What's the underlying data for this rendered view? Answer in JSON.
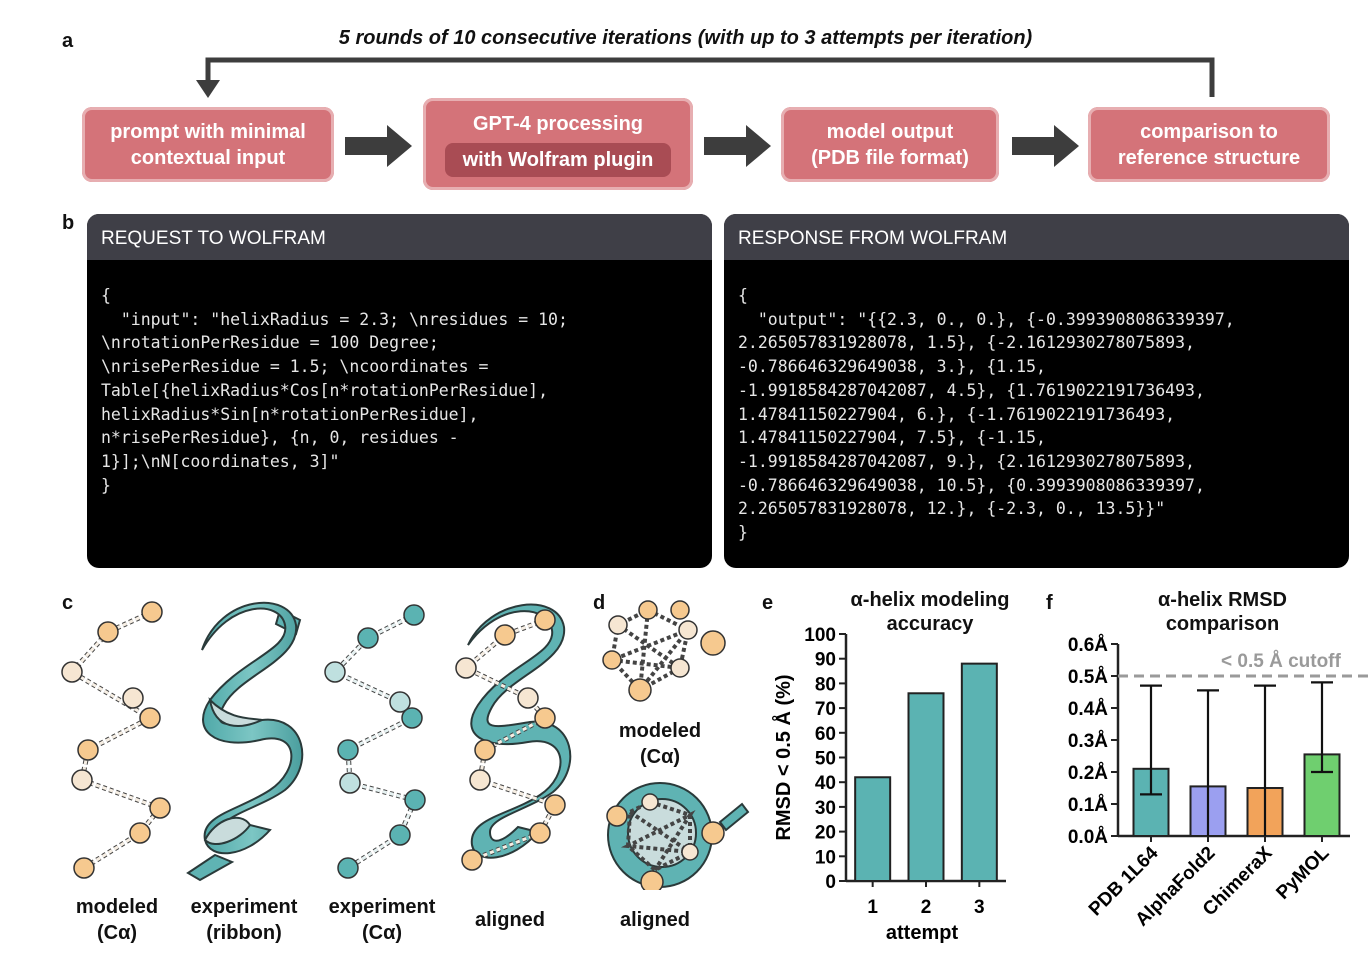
{
  "panels": {
    "a": "a",
    "b": "b",
    "c": "c",
    "d": "d",
    "e": "e",
    "f": "f"
  },
  "workflow": {
    "loop_label": "5 rounds of 10 consecutive iterations (with up to 3 attempts per iteration)",
    "steps": [
      {
        "line1": "prompt with minimal",
        "line2": "contextual input"
      },
      {
        "line1": "GPT-4 processing",
        "line2": "with Wolfram plugin"
      },
      {
        "line1": "model output",
        "line2": "(PDB file format)"
      },
      {
        "line1": "comparison to",
        "line2": "reference structure"
      }
    ],
    "colors": {
      "box": "#d47379",
      "box_border": "#e7aeb1",
      "arrow": "#3d3d3d"
    }
  },
  "request": {
    "title": "REQUEST TO WOLFRAM",
    "lines": [
      "{",
      "  \"input\": \"helixRadius = 2.3; \\nresidues = 10;",
      "\\nrotationPerResidue = 100 Degree;",
      "\\nrisePerResidue = 1.5; \\ncoordinates =",
      "Table[{helixRadius*Cos[n*rotationPerResidue],",
      "helixRadius*Sin[n*rotationPerResidue],",
      "n*risePerResidue}, {n, 0, residues -",
      "1}];\\nN[coordinates, 3]\"",
      "}"
    ]
  },
  "response": {
    "title": "RESPONSE FROM WOLFRAM",
    "lines": [
      "{",
      "  \"output\": \"{{2.3, 0., 0.}, {-0.3993908086339397,",
      "2.265057831928078, 1.5}, {-2.1612930278075893,",
      "-0.786646329649038, 3.}, {1.15,",
      "-1.9918584287042087, 4.5}, {1.7619022191736493,",
      "1.47841150227904, 6.}, {-1.7619022191736493,",
      "1.47841150227904, 7.5}, {-1.15,",
      "-1.9918584287042087, 9.}, {2.1612930278075893,",
      "-0.786646329649038, 10.5}, {0.3993908086339397,",
      "2.265057831928078, 12.}, {-2.3, 0., 13.5}}\"",
      "}"
    ]
  },
  "structures_c": {
    "modeled": {
      "line1": "modeled",
      "line2": "(Cα)"
    },
    "ribbon": {
      "line1": "experiment",
      "line2": "(ribbon)"
    },
    "exp_ca": {
      "line1": "experiment",
      "line2": "(Cα)"
    },
    "aligned": "aligned",
    "colors": {
      "modeled": "#f6c98f",
      "experiment": "#5bb3b2",
      "ribbon": "#5fb3b3",
      "ribbon_back": "#c9dcdc"
    }
  },
  "structures_d": {
    "modeled": {
      "line1": "modeled",
      "line2": "(Cα)"
    },
    "aligned": "aligned"
  },
  "chart_data": [
    {
      "type": "bar",
      "title": "α-helix modeling accuracy",
      "title_lines": [
        "α-helix modeling",
        "accuracy"
      ],
      "categories": [
        "1",
        "2",
        "3"
      ],
      "values": [
        42,
        76,
        88
      ],
      "xlabel": "attempt",
      "ylabel": "RMSD < 0.5 Å (%)",
      "ylim": [
        0,
        100
      ],
      "yticks": [
        "0",
        "10",
        "20",
        "30",
        "40",
        "50",
        "60",
        "70",
        "80",
        "90",
        "100"
      ],
      "bar_color": "#5bb3b2",
      "grid": false
    },
    {
      "type": "bar",
      "title": "α-helix RMSD comparison",
      "title_lines": [
        "α-helix RMSD",
        "comparison"
      ],
      "categories": [
        "PDB 1L64",
        "AlphaFold2",
        "ChimeraX",
        "PyMOL"
      ],
      "values": [
        0.21,
        0.155,
        0.15,
        0.255
      ],
      "error_upper": [
        0.47,
        0.455,
        0.47,
        0.48
      ],
      "error_lower": [
        0.13,
        0.0,
        0.0,
        0.2
      ],
      "colors": [
        "#5bb3b2",
        "#9b9ff0",
        "#f2a35a",
        "#6fcf6f"
      ],
      "ylim": [
        0,
        0.6
      ],
      "yticks": [
        "0.0Å",
        "0.1Å",
        "0.2Å",
        "0.3Å",
        "0.4Å",
        "0.5Å",
        "0.6Å"
      ],
      "cutoff_value": 0.5,
      "cutoff_label": "< 0.5 Å cutoff",
      "grid": false
    }
  ]
}
